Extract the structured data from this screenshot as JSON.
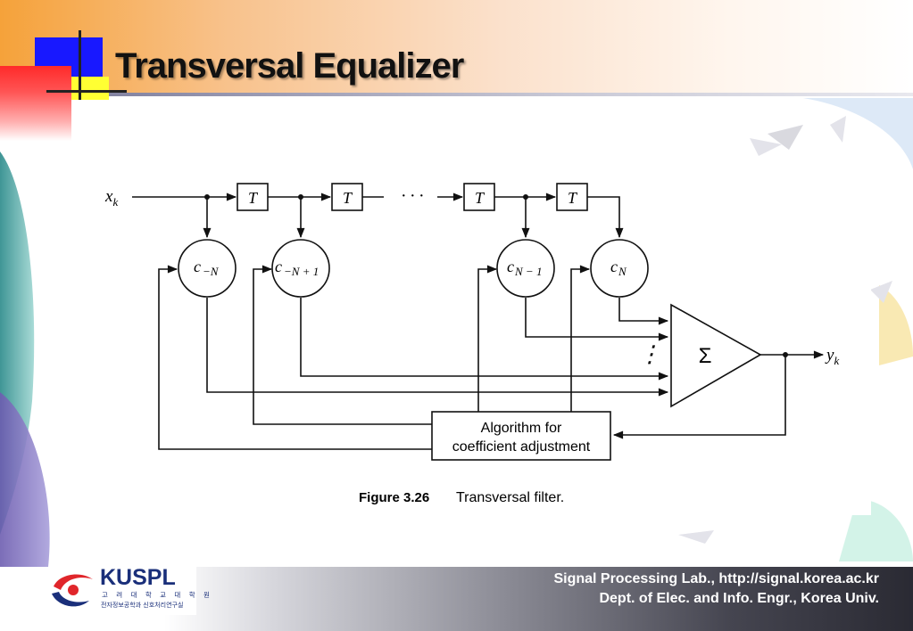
{
  "slide": {
    "title": "Transversal Equalizer"
  },
  "diagram": {
    "input_label": "x",
    "input_sub": "k",
    "output_label": "y",
    "output_sub": "k",
    "delay_label": "T",
    "ellipsis": "· · ·",
    "taps": [
      {
        "main": "c",
        "sub": "−N"
      },
      {
        "main": "c",
        "sub": "−N + 1"
      },
      {
        "main": "c",
        "sub": "N − 1"
      },
      {
        "main": "c",
        "sub": "N"
      }
    ],
    "summer_symbol": "Σ",
    "vertical_dots": "⋮",
    "algorithm_box": {
      "line1": "Algorithm for",
      "line2": "coefficient adjustment"
    },
    "caption_number": "Figure 3.26",
    "caption_text": "Transversal filter."
  },
  "footer": {
    "logo_name": "KUSPL",
    "logo_sub1": "고 려 대 학 교 대 학 원",
    "logo_sub2": "전자정보공학과 신호처리연구실",
    "line1": "Signal Processing Lab., http://signal.korea.ac.kr",
    "line2": "Dept. of Elec. and Info. Engr., Korea Univ."
  },
  "colors": {
    "header_accent": "#f5a23a",
    "square_blue": "#1818ff",
    "square_red": "#ff2a2a",
    "square_yellow": "#ffff33",
    "logo_navy": "#1a2f7a",
    "logo_red": "#e0262b"
  }
}
